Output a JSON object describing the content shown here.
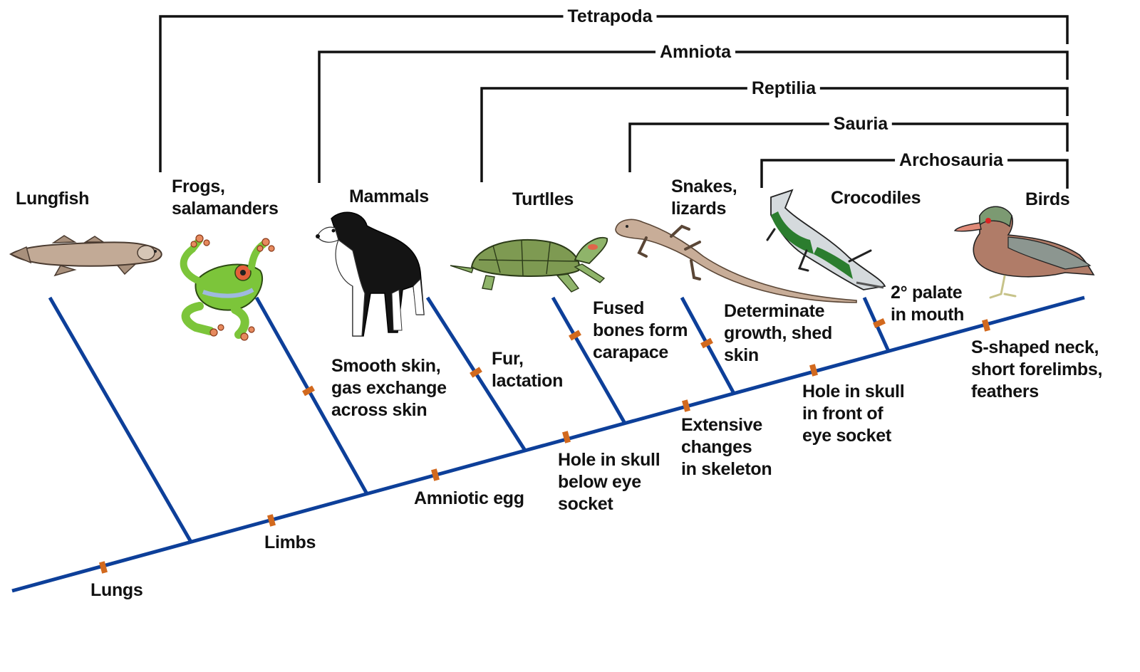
{
  "diagram": {
    "type": "cladogram",
    "colors": {
      "tree_line": "#0d3f99",
      "trait_marker": "#d2691e",
      "clade_bracket": "#111111",
      "text": "#111111",
      "background": "#ffffff"
    },
    "taxa": [
      {
        "id": "lungfish",
        "label": "Lungfish",
        "icon": "lungfish-icon"
      },
      {
        "id": "frogs",
        "label": "Frogs,\nsalamanders",
        "icon": "frog-icon"
      },
      {
        "id": "mammals",
        "label": "Mammals",
        "icon": "dog-icon"
      },
      {
        "id": "turtles",
        "label": "Turtlles",
        "icon": "turtle-icon"
      },
      {
        "id": "snakes",
        "label": "Snakes,\nlizards",
        "icon": "lizard-icon"
      },
      {
        "id": "crocodiles",
        "label": "Crocodiles",
        "icon": "crocodile-icon"
      },
      {
        "id": "birds",
        "label": "Birds",
        "icon": "duck-icon"
      }
    ],
    "clades": [
      {
        "id": "tetrapoda",
        "label": "Tetrapoda",
        "from_taxon": "frogs",
        "to_taxon": "birds"
      },
      {
        "id": "amniota",
        "label": "Amniota",
        "from_taxon": "mammals",
        "to_taxon": "birds"
      },
      {
        "id": "reptilia",
        "label": "Reptilia",
        "from_taxon": "turtles",
        "to_taxon": "birds"
      },
      {
        "id": "sauria",
        "label": "Sauria",
        "from_taxon": "snakes",
        "to_taxon": "birds"
      },
      {
        "id": "archosauria",
        "label": "Archosauria",
        "from_taxon": "crocodiles",
        "to_taxon": "birds"
      }
    ],
    "traits": [
      {
        "id": "lungs",
        "label": "Lungs",
        "on": "trunk",
        "after_node": 0
      },
      {
        "id": "limbs",
        "label": "Limbs",
        "on": "trunk",
        "after_node": 1
      },
      {
        "id": "smooth_skin",
        "label": "Smooth skin,\ngas exchange\nacross skin",
        "on": "branch",
        "taxon": "frogs"
      },
      {
        "id": "amniotic_egg",
        "label": "Amniotic egg",
        "on": "trunk",
        "after_node": 2
      },
      {
        "id": "fur",
        "label": "Fur,\nlactation",
        "on": "branch",
        "taxon": "mammals"
      },
      {
        "id": "hole_below_eye",
        "label": "Hole in skull\nbelow eye\nsocket",
        "on": "trunk",
        "after_node": 3
      },
      {
        "id": "fused_bones",
        "label": "Fused\nbones form\ncarapace",
        "on": "branch",
        "taxon": "turtles"
      },
      {
        "id": "extensive_changes",
        "label": "Extensive\nchanges\nin skeleton",
        "on": "trunk",
        "after_node": 4
      },
      {
        "id": "determinate_growth",
        "label": "Determinate\ngrowth, shed\nskin",
        "on": "branch",
        "taxon": "snakes"
      },
      {
        "id": "hole_front_eye",
        "label": "Hole in skull\nin front of\neye socket",
        "on": "trunk",
        "after_node": 5
      },
      {
        "id": "palate",
        "label": "2° palate\nin mouth",
        "on": "branch",
        "taxon": "crocodiles"
      },
      {
        "id": "s_neck",
        "label": "S-shaped neck,\nshort forelimbs,\nfeathers",
        "on": "trunk",
        "after_node": 6
      }
    ]
  }
}
